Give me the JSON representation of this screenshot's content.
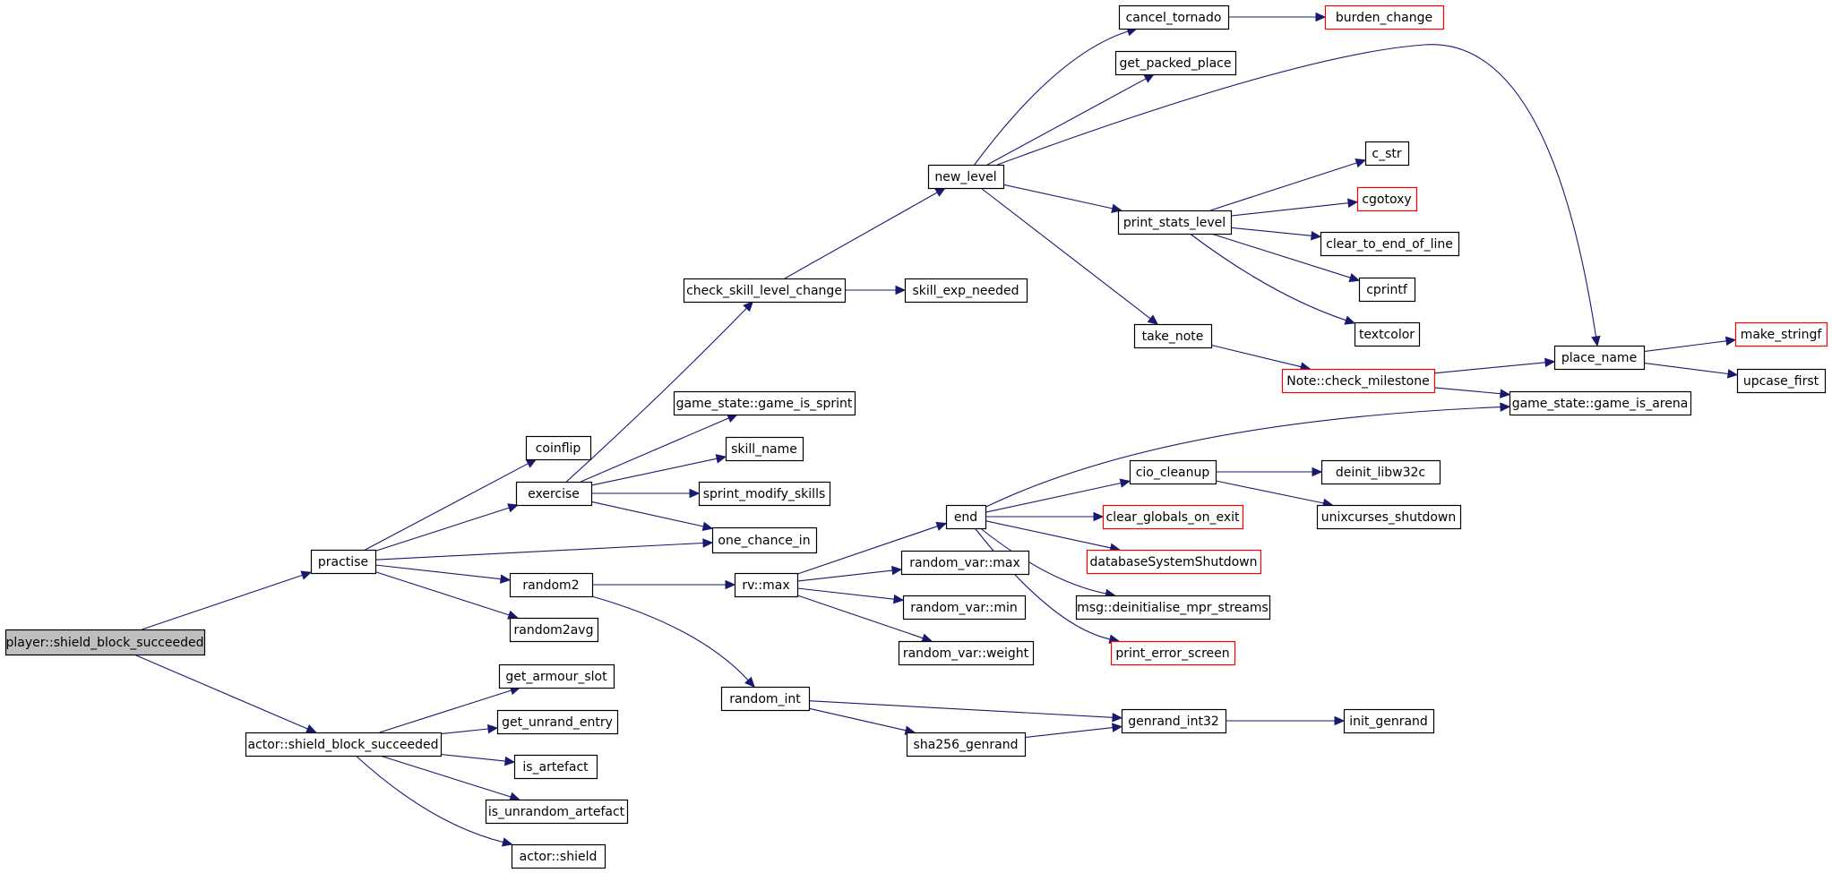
{
  "colors": {
    "edge": "#191970",
    "node_border": "#000000",
    "node_border_truncated": "#ff0000",
    "root_fill": "#bfbfbf",
    "node_fill": "#ffffff",
    "background": "#ffffff"
  },
  "nodes": [
    {
      "id": "player_shield_block_succeeded",
      "label": "player::shield_block_succeeded",
      "style": "root"
    },
    {
      "id": "practise",
      "label": "practise",
      "style": "normal"
    },
    {
      "id": "actor_shield_block_succeeded",
      "label": "actor::shield_block_succeeded",
      "style": "normal"
    },
    {
      "id": "coinflip",
      "label": "coinflip",
      "style": "normal"
    },
    {
      "id": "exercise",
      "label": "exercise",
      "style": "normal"
    },
    {
      "id": "one_chance_in",
      "label": "one_chance_in",
      "style": "normal"
    },
    {
      "id": "random2",
      "label": "random2",
      "style": "normal"
    },
    {
      "id": "random2avg",
      "label": "random2avg",
      "style": "normal"
    },
    {
      "id": "get_armour_slot",
      "label": "get_armour_slot",
      "style": "normal"
    },
    {
      "id": "get_unrand_entry",
      "label": "get_unrand_entry",
      "style": "normal"
    },
    {
      "id": "is_artefact",
      "label": "is_artefact",
      "style": "normal"
    },
    {
      "id": "is_unrandom_artefact",
      "label": "is_unrandom_artefact",
      "style": "normal"
    },
    {
      "id": "actor_shield",
      "label": "actor::shield",
      "style": "normal"
    },
    {
      "id": "check_skill_level_change",
      "label": "check_skill_level_change",
      "style": "normal"
    },
    {
      "id": "game_is_sprint",
      "label": "game_state::game_is_sprint",
      "style": "normal"
    },
    {
      "id": "skill_name",
      "label": "skill_name",
      "style": "normal"
    },
    {
      "id": "sprint_modify_skills",
      "label": "sprint_modify_skills",
      "style": "normal"
    },
    {
      "id": "rv_max",
      "label": "rv::max",
      "style": "normal"
    },
    {
      "id": "random_int",
      "label": "random_int",
      "style": "normal"
    },
    {
      "id": "new_level",
      "label": "new_level",
      "style": "normal"
    },
    {
      "id": "skill_exp_needed",
      "label": "skill_exp_needed",
      "style": "normal"
    },
    {
      "id": "end",
      "label": "end",
      "style": "normal"
    },
    {
      "id": "random_var_max",
      "label": "random_var::max",
      "style": "normal"
    },
    {
      "id": "random_var_min",
      "label": "random_var::min",
      "style": "normal"
    },
    {
      "id": "random_var_weight",
      "label": "random_var::weight",
      "style": "normal"
    },
    {
      "id": "sha256_genrand",
      "label": "sha256_genrand",
      "style": "normal"
    },
    {
      "id": "cancel_tornado",
      "label": "cancel_tornado",
      "style": "normal"
    },
    {
      "id": "get_packed_place",
      "label": "get_packed_place",
      "style": "normal"
    },
    {
      "id": "print_stats_level",
      "label": "print_stats_level",
      "style": "normal"
    },
    {
      "id": "take_note",
      "label": "take_note",
      "style": "normal"
    },
    {
      "id": "cio_cleanup",
      "label": "cio_cleanup",
      "style": "normal"
    },
    {
      "id": "clear_globals_on_exit",
      "label": "clear_globals_on_exit",
      "style": "truncated"
    },
    {
      "id": "databaseSystemShutdown",
      "label": "databaseSystemShutdown",
      "style": "truncated"
    },
    {
      "id": "msg_deinitialise",
      "label": "msg::deinitialise_mpr_streams",
      "style": "normal"
    },
    {
      "id": "print_error_screen",
      "label": "print_error_screen",
      "style": "truncated"
    },
    {
      "id": "genrand_int32",
      "label": "genrand_int32",
      "style": "normal"
    },
    {
      "id": "burden_change",
      "label": "burden_change",
      "style": "truncated"
    },
    {
      "id": "c_str",
      "label": "c_str",
      "style": "normal"
    },
    {
      "id": "cgotoxy",
      "label": "cgotoxy",
      "style": "truncated"
    },
    {
      "id": "clear_to_end_of_line",
      "label": "clear_to_end_of_line",
      "style": "normal"
    },
    {
      "id": "cprintf",
      "label": "cprintf",
      "style": "normal"
    },
    {
      "id": "textcolor",
      "label": "textcolor",
      "style": "normal"
    },
    {
      "id": "check_milestone",
      "label": "Note::check_milestone",
      "style": "truncated"
    },
    {
      "id": "deinit_libw32c",
      "label": "deinit_libw32c",
      "style": "normal"
    },
    {
      "id": "unixcurses_shutdown",
      "label": "unixcurses_shutdown",
      "style": "normal"
    },
    {
      "id": "init_genrand",
      "label": "init_genrand",
      "style": "normal"
    },
    {
      "id": "place_name",
      "label": "place_name",
      "style": "normal"
    },
    {
      "id": "game_is_arena",
      "label": "game_state::game_is_arena",
      "style": "normal"
    },
    {
      "id": "make_stringf",
      "label": "make_stringf",
      "style": "truncated"
    },
    {
      "id": "upcase_first",
      "label": "upcase_first",
      "style": "normal"
    }
  ],
  "edges": [
    [
      "player_shield_block_succeeded",
      "practise"
    ],
    [
      "player_shield_block_succeeded",
      "actor_shield_block_succeeded"
    ],
    [
      "practise",
      "coinflip"
    ],
    [
      "practise",
      "exercise"
    ],
    [
      "practise",
      "one_chance_in"
    ],
    [
      "practise",
      "random2"
    ],
    [
      "practise",
      "random2avg"
    ],
    [
      "actor_shield_block_succeeded",
      "get_armour_slot"
    ],
    [
      "actor_shield_block_succeeded",
      "get_unrand_entry"
    ],
    [
      "actor_shield_block_succeeded",
      "is_artefact"
    ],
    [
      "actor_shield_block_succeeded",
      "is_unrandom_artefact"
    ],
    [
      "actor_shield_block_succeeded",
      "actor_shield"
    ],
    [
      "exercise",
      "check_skill_level_change"
    ],
    [
      "exercise",
      "game_is_sprint"
    ],
    [
      "exercise",
      "skill_name"
    ],
    [
      "exercise",
      "sprint_modify_skills"
    ],
    [
      "exercise",
      "one_chance_in"
    ],
    [
      "random2",
      "rv_max"
    ],
    [
      "random2",
      "random_int"
    ],
    [
      "check_skill_level_change",
      "new_level"
    ],
    [
      "check_skill_level_change",
      "skill_exp_needed"
    ],
    [
      "rv_max",
      "end"
    ],
    [
      "rv_max",
      "random_var_max"
    ],
    [
      "rv_max",
      "random_var_min"
    ],
    [
      "rv_max",
      "random_var_weight"
    ],
    [
      "random_int",
      "genrand_int32"
    ],
    [
      "random_int",
      "sha256_genrand"
    ],
    [
      "sha256_genrand",
      "genrand_int32"
    ],
    [
      "new_level",
      "cancel_tornado"
    ],
    [
      "new_level",
      "get_packed_place"
    ],
    [
      "new_level",
      "place_name"
    ],
    [
      "new_level",
      "print_stats_level"
    ],
    [
      "new_level",
      "take_note"
    ],
    [
      "cancel_tornado",
      "burden_change"
    ],
    [
      "print_stats_level",
      "c_str"
    ],
    [
      "print_stats_level",
      "cgotoxy"
    ],
    [
      "print_stats_level",
      "clear_to_end_of_line"
    ],
    [
      "print_stats_level",
      "cprintf"
    ],
    [
      "print_stats_level",
      "textcolor"
    ],
    [
      "take_note",
      "check_milestone"
    ],
    [
      "check_milestone",
      "place_name"
    ],
    [
      "check_milestone",
      "game_is_arena"
    ],
    [
      "end",
      "game_is_arena"
    ],
    [
      "end",
      "cio_cleanup"
    ],
    [
      "end",
      "clear_globals_on_exit"
    ],
    [
      "end",
      "databaseSystemShutdown"
    ],
    [
      "end",
      "msg_deinitialise"
    ],
    [
      "end",
      "print_error_screen"
    ],
    [
      "cio_cleanup",
      "deinit_libw32c"
    ],
    [
      "cio_cleanup",
      "unixcurses_shutdown"
    ],
    [
      "genrand_int32",
      "init_genrand"
    ],
    [
      "place_name",
      "make_stringf"
    ],
    [
      "place_name",
      "upcase_first"
    ]
  ]
}
